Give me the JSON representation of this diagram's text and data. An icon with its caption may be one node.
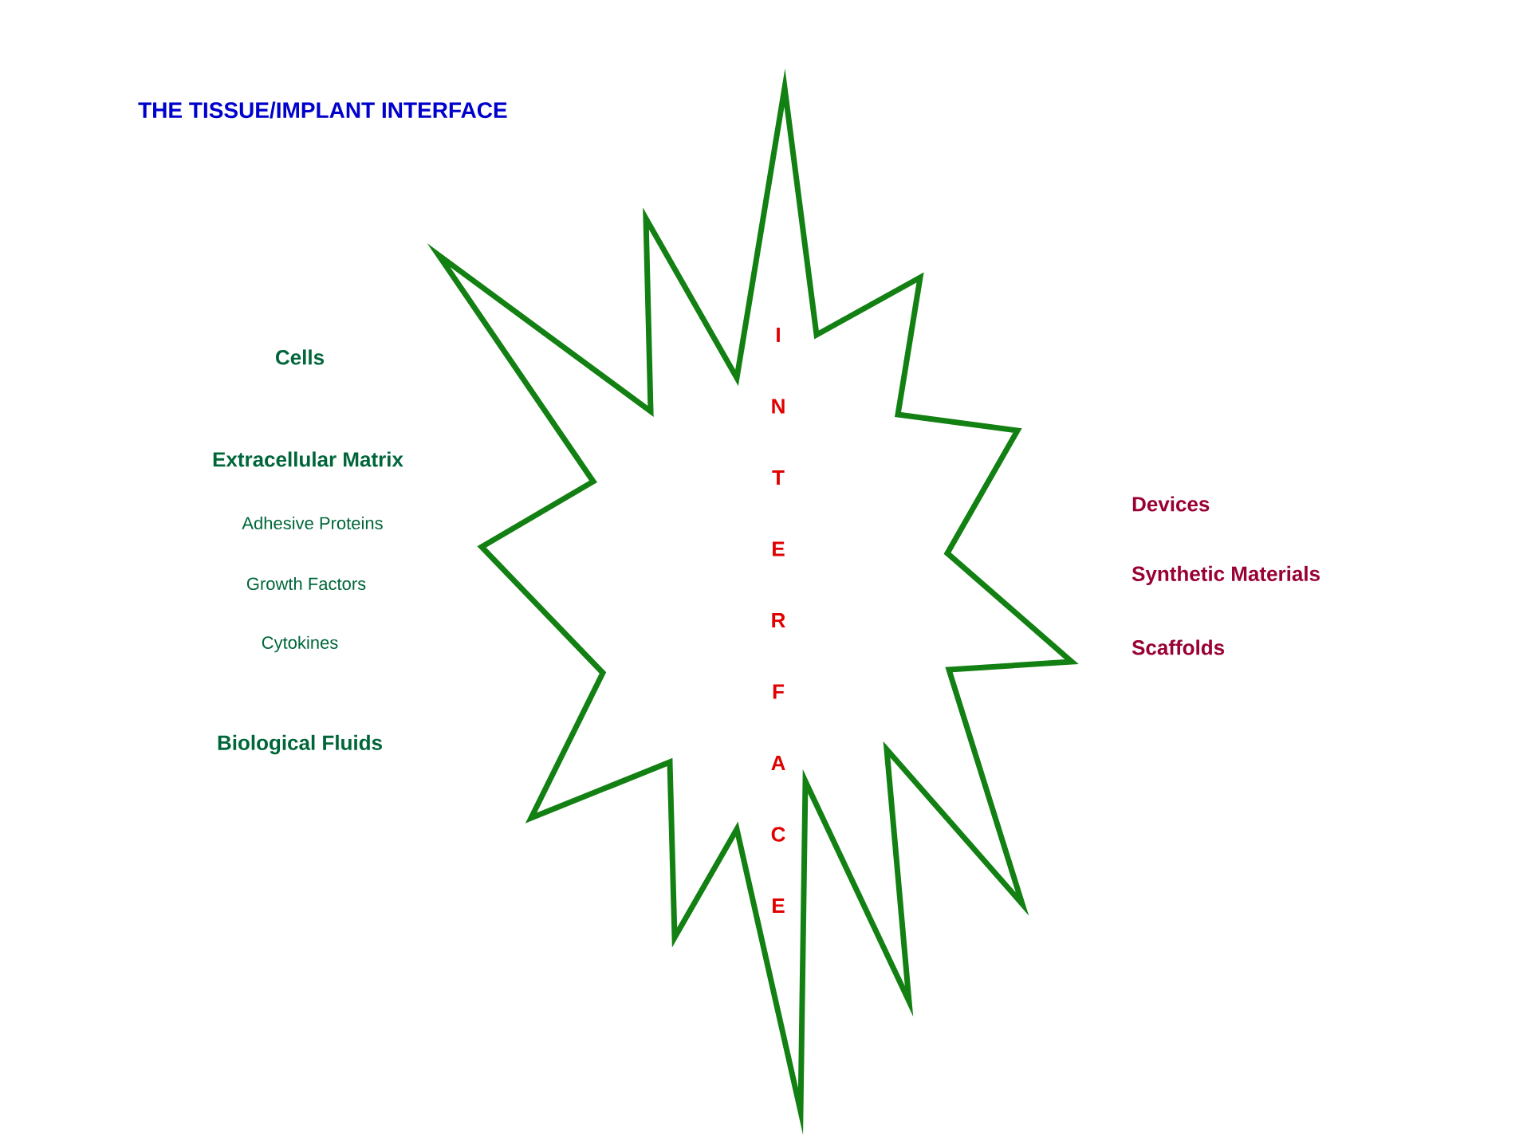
{
  "diagram": {
    "title": "THE TISSUE/IMPLANT INTERFACE",
    "nodes": [
      {
        "text": [
          "I N T E R F A C E"
        ]
      }
    ],
    "labels": [
      "Cells",
      "Extracellular Matrix",
      "Adhesive Proteins",
      "Growth Factors",
      "Cytokines",
      "Biological Fluids",
      "Devices",
      "Synthetic Materials",
      "Scaffolds"
    ]
  }
}
